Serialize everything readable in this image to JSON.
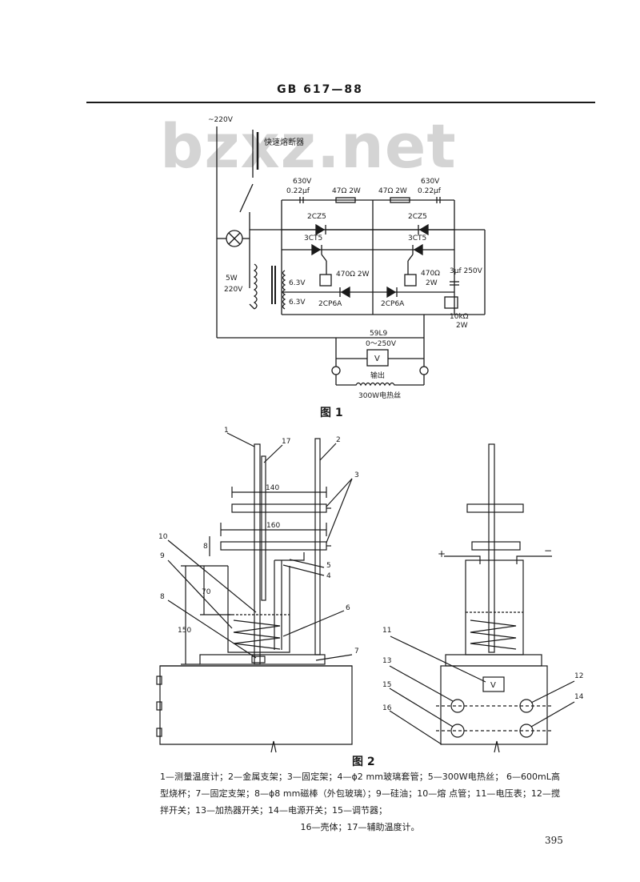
{
  "header": "GB 617—88",
  "watermark": "bzxz.net",
  "fig1": {
    "caption": "图 1",
    "supply": "~220V",
    "fuse": "快速熔断器",
    "cap_left_v": "630V",
    "cap_left_c": "0.22μf",
    "res_left": "47Ω 2W",
    "res_right": "47Ω 2W",
    "cap_right_v": "630V",
    "cap_right_c": "0.22μf",
    "diode_left": "2CZ5",
    "diode_right": "2CZ5",
    "scr_left": "3CT5",
    "scr_right": "3CT5",
    "transformer_p": "5W",
    "transformer_v": "220V",
    "sec_top": "6.3V",
    "sec_bottom": "6.3V",
    "pot_left": "470Ω  2W",
    "pot_right_r": "470Ω",
    "pot_right_w": "2W",
    "cap3": "3μf 250V",
    "diode3_left": "2CP6A",
    "diode3_right": "2CP6A",
    "pot3_r": "10kΩ",
    "pot3_w": "2W",
    "meter_model": "59L9",
    "meter_range": "0～250V",
    "meter_symbol": "V",
    "output": "输出",
    "heater": "300W电热丝"
  },
  "fig2": {
    "caption": "图 2",
    "dim_140": "140",
    "dim_160": "160",
    "dim_8": "8",
    "dim_70": "70",
    "dim_150": "150",
    "plus": "+",
    "minus": "−",
    "voltmeter": "V",
    "callouts": [
      "1",
      "17",
      "2",
      "3",
      "10",
      "9",
      "5",
      "4",
      "8",
      "6",
      "7",
      "11",
      "12",
      "13",
      "14",
      "15",
      "16"
    ]
  },
  "legend": {
    "line1": "1—测量温度计；2—金属支架；3—固定架；4—ϕ2 mm玻璃套管；5—300W电热丝；",
    "line2": "6—600mL高型烧杯；7—固定支架；8—ϕ8 mm磁棒（外包玻璃）；9—硅油；10—熔",
    "line3": "点管；11—电压表；12—搅拌开关；13—加热器开关；14—电源开关；15—调节器；",
    "line4": "16—壳体；17—辅助温度计。"
  },
  "page_number": "395"
}
